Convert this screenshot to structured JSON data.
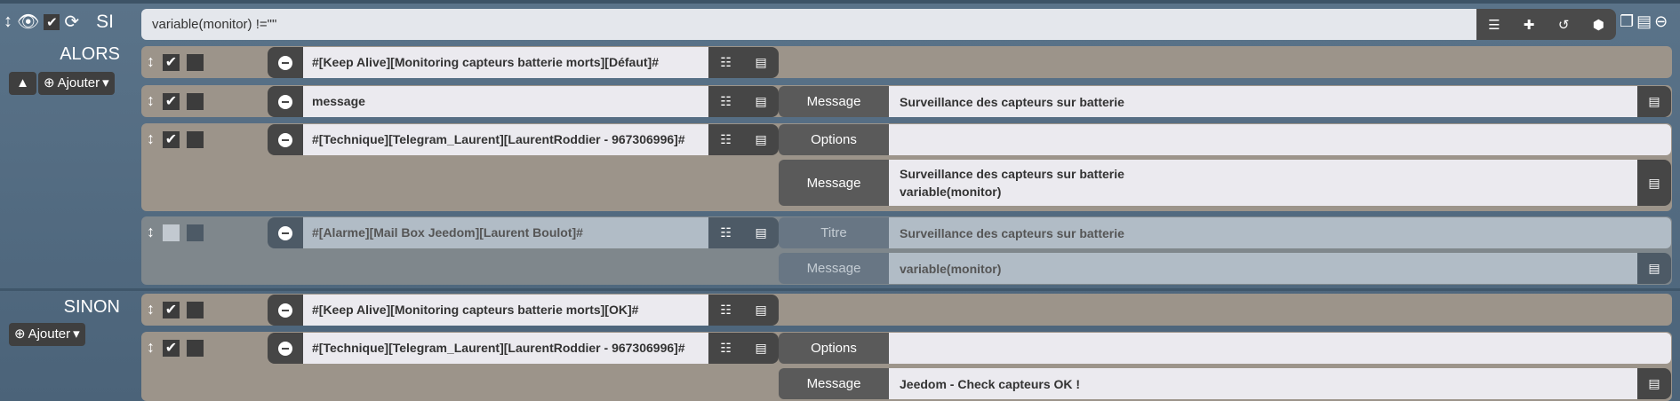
{
  "si": {
    "label": "SI",
    "condition": "variable(monitor) !=\"\"",
    "icons": [
      "drag-icon",
      "eye-icon",
      "check-icon",
      "refresh-icon"
    ],
    "cond_buttons": [
      "list-icon",
      "puzzle-icon",
      "history-icon",
      "cube-icon"
    ],
    "tools": [
      "copy-icon",
      "paste-icon",
      "remove-icon"
    ]
  },
  "alors": {
    "label": "ALORS",
    "add_label": "Ajouter",
    "actions": [
      {
        "command": "#[Keep Alive][Monitoring capteurs batterie morts][Défaut]#",
        "enabled": true,
        "fields": []
      },
      {
        "command": "message",
        "enabled": true,
        "fields": [
          {
            "label": "Message",
            "lines": [
              "Surveillance des capteurs sur batterie"
            ],
            "button": true
          }
        ]
      },
      {
        "command": "#[Technique][Telegram_Laurent][LaurentRoddier - 967306996]#",
        "enabled": true,
        "fields": [
          {
            "label": "Options",
            "lines": [
              ""
            ],
            "button": false
          },
          {
            "label": "Message",
            "lines": [
              "Surveillance des capteurs sur batterie",
              "variable(monitor)"
            ],
            "button": true
          }
        ]
      },
      {
        "command": "#[Alarme][Mail Box Jeedom][Laurent Boulot]#",
        "enabled": false,
        "fields": [
          {
            "label": "Titre",
            "lines": [
              "Surveillance des capteurs sur batterie"
            ],
            "button": false
          },
          {
            "label": "Message",
            "lines": [
              "variable(monitor)"
            ],
            "button": true
          }
        ]
      }
    ]
  },
  "sinon": {
    "label": "SINON",
    "add_label": "Ajouter",
    "actions": [
      {
        "command": "#[Keep Alive][Monitoring capteurs batterie morts][OK]#",
        "enabled": true,
        "fields": []
      },
      {
        "command": "#[Technique][Telegram_Laurent][LaurentRoddier - 967306996]#",
        "enabled": true,
        "fields": [
          {
            "label": "Options",
            "lines": [
              ""
            ],
            "button": false
          },
          {
            "label": "Message",
            "lines": [
              "Jeedom - Check capteurs OK !"
            ],
            "button": true
          }
        ]
      }
    ]
  }
}
